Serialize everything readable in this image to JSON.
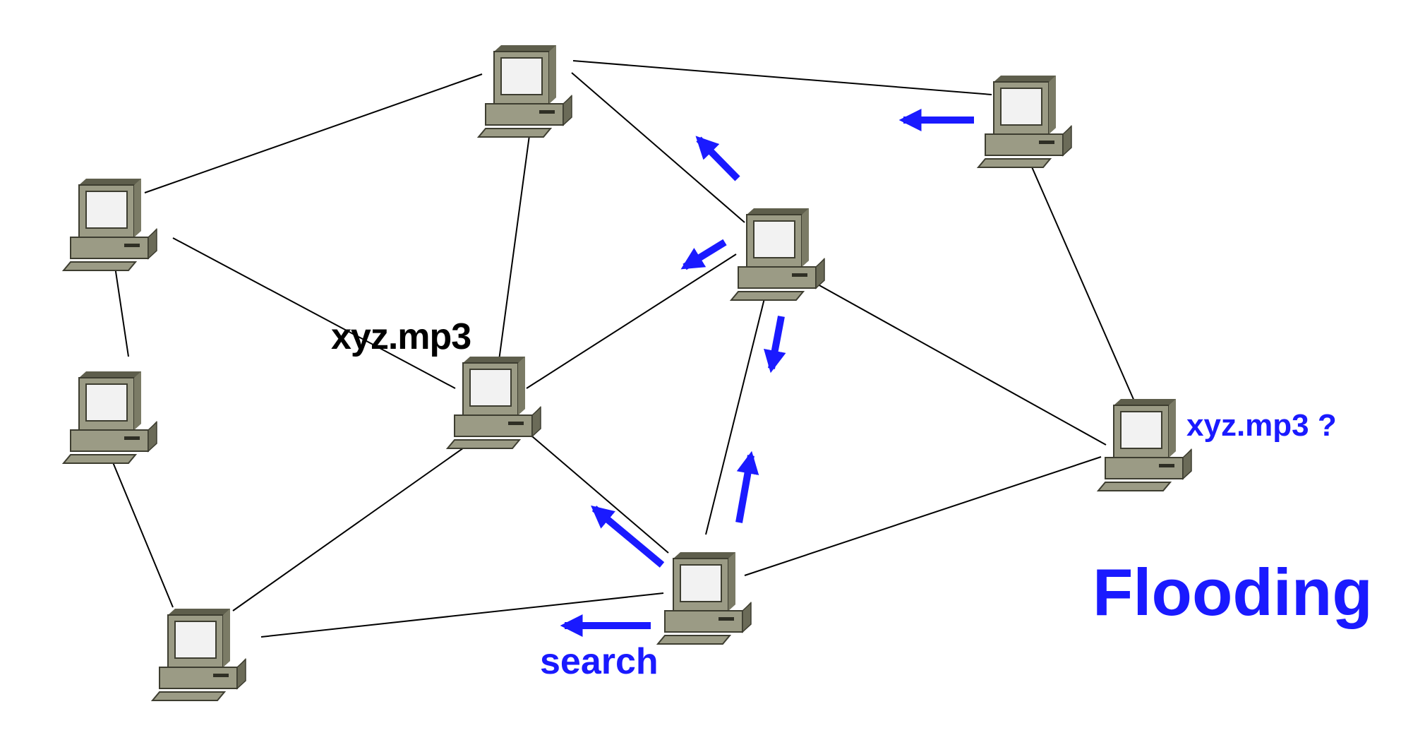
{
  "diagram": {
    "file_label": "xyz.mp3",
    "query_label": "xyz.mp3 ?",
    "search_label": "search",
    "title": "Flooding",
    "colors": {
      "arrow": "#1a1aff",
      "label_accent": "#1a1aff",
      "link": "#000000",
      "computer_body": "#9b9b85",
      "computer_shadow": "#5e5e4c",
      "screen": "#f2f2f2"
    },
    "node_icon": "desktop-computer-icon"
  }
}
